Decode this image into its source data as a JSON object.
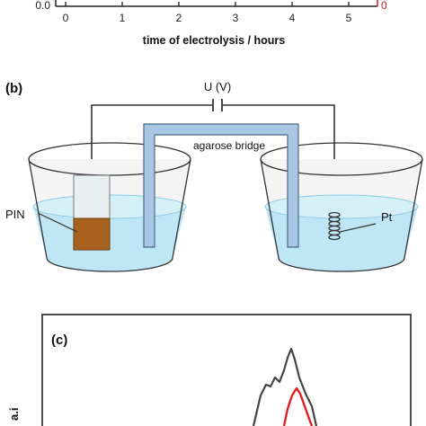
{
  "panel_a": {
    "y_tick_left": "0.0",
    "y_tick_right": "0",
    "x_ticks": [
      "0",
      "1",
      "2",
      "3",
      "4",
      "5"
    ],
    "xlabel": "time of electrolysis / hours",
    "right_axis_color": "#d42020"
  },
  "panel_b": {
    "label": "(b)",
    "voltage_label": "U (V)",
    "bridge_label": "agarose bridge",
    "left_electrode_label": "PIN",
    "right_electrode_label": "Pt",
    "colors": {
      "electrolyte": "#bfe6f5",
      "bridge": "#a9c7e4",
      "pin_sample": "#a8611f",
      "beaker_outline": "#333333"
    }
  },
  "panel_c": {
    "label": "(c)",
    "axis_fragment": "a.i",
    "colors": {
      "trace_outer": "#444444",
      "trace_inner": "#e02020"
    }
  }
}
